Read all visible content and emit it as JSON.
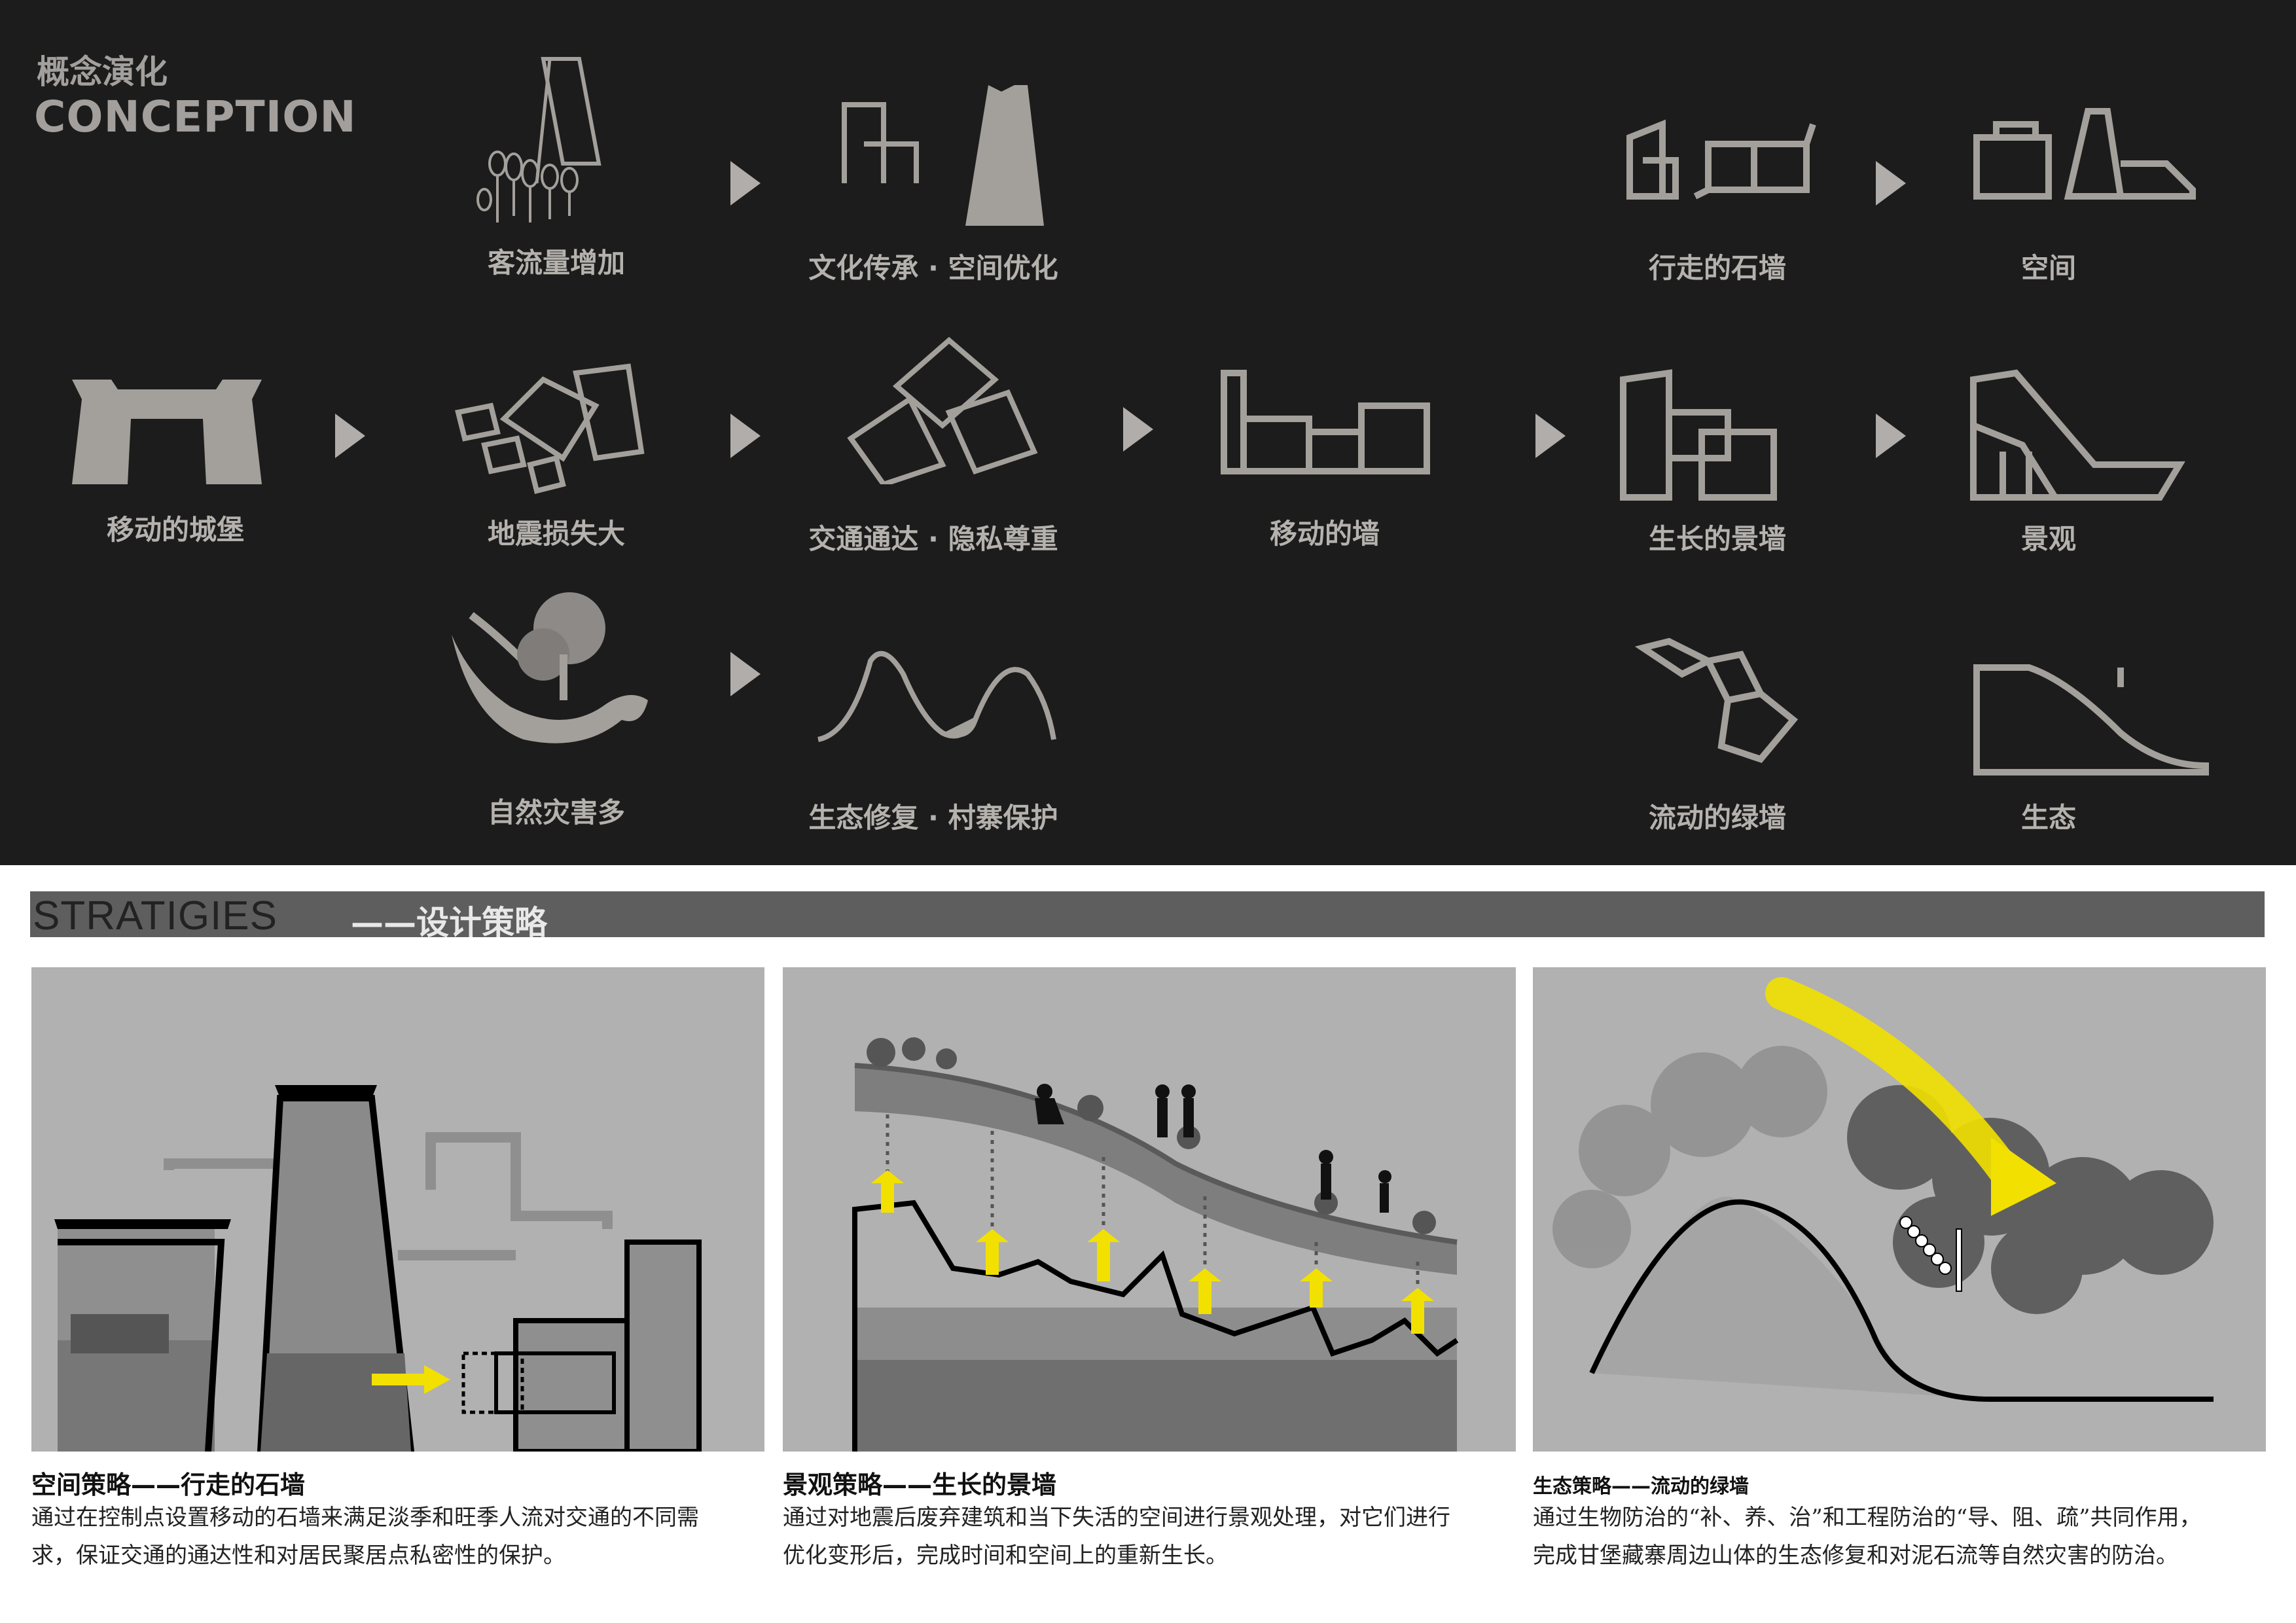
{
  "header": {
    "title_cn": "概念演化",
    "title_en": "CONCEPTION"
  },
  "concept": {
    "row1": [
      "客流量增加",
      "文化传承 · 空间优化",
      "行走的石墙",
      "空间"
    ],
    "row2": [
      "移动的城堡",
      "地震损失大",
      "交通通达 · 隐私尊重",
      "移动的墙",
      "生长的景墙",
      "景观"
    ],
    "row3": [
      "自然灾害多",
      "生态修复 · 村寨保护",
      "流动的绿墙",
      "生态"
    ]
  },
  "strategies": {
    "title_en": "STRATIGIES",
    "title_cn": "——设计策略"
  },
  "captions": [
    {
      "title": "空间策略——行走的石墙",
      "lines": [
        "通过在控制点设置移动的石墙来满足淡季和旺季人流对交通的不同需",
        "求，保证交通的通达性和对居民聚居点私密性的保护。"
      ]
    },
    {
      "title": "景观策略——生长的景墙",
      "lines": [
        "通过对地震后废弃建筑和当下失活的空间进行景观处理，对它们进行",
        "优化变形后，完成时间和空间上的重新生长。"
      ]
    },
    {
      "title": "生态策略——流动的绿墙",
      "lines": [
        "通过生物防治的“补、养、治”和工程防治的“导、阻、疏”共同作用，",
        "完成甘堡藏寨周边山体的生态修复和对泥石流等自然灾害的防治。"
      ]
    }
  ],
  "colors": {
    "background": "#1c1c1c",
    "icon": "#a3a09c",
    "accent_yellow": "#f2e000",
    "panel": "#b1b1b1"
  }
}
